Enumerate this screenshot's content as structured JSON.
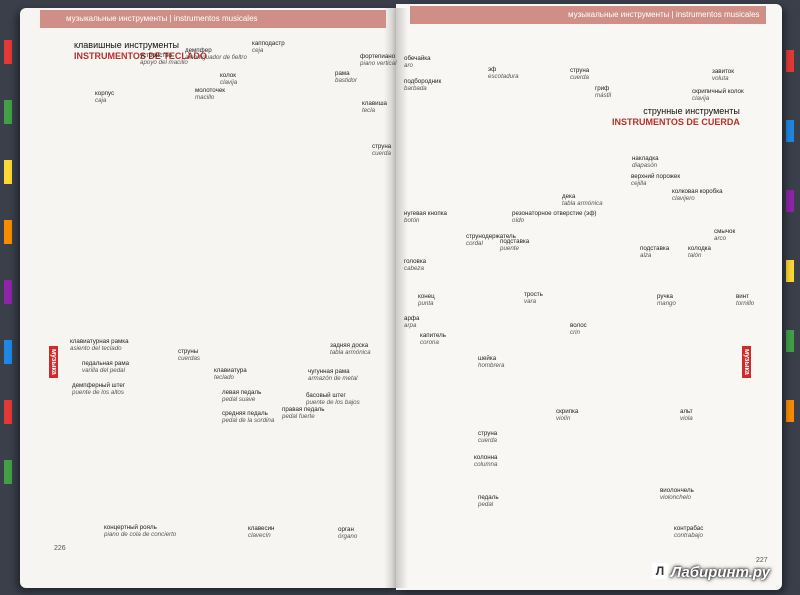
{
  "header": {
    "left": "музыкальные инструменты  |  instrumentos musicales",
    "right": "музыкальные инструменты  |  instrumentos musicales"
  },
  "left_page": {
    "title_ru": "клавишные инструменты",
    "title_es": "INSTRUMENTOS DE TECLADO",
    "side_tab": "музыка",
    "page_number": "226",
    "labels": [
      {
        "ru": "капподастр",
        "es": "ceja"
      },
      {
        "ru": "устройство",
        "es": "apoyo del macillo"
      },
      {
        "ru": "демпфер",
        "es": "amortiguador de fieltro"
      },
      {
        "ru": "корпус",
        "es": "caja"
      },
      {
        "ru": "колок",
        "es": "clavija"
      },
      {
        "ru": "рама",
        "es": "bastidor"
      },
      {
        "ru": "молоточек",
        "es": "macillo"
      },
      {
        "ru": "фортепиано",
        "es": "piano vertical"
      },
      {
        "ru": "клавиша",
        "es": "tecla"
      },
      {
        "ru": "струна",
        "es": "cuerda"
      },
      {
        "ru": "клавиатурная рамка",
        "es": "asiento del teclado"
      },
      {
        "ru": "педальная рама",
        "es": "varilla del pedal"
      },
      {
        "ru": "струны",
        "es": "cuerdas"
      },
      {
        "ru": "клавиатура",
        "es": "teclado"
      },
      {
        "ru": "демпферный штег",
        "es": "puente de los altos"
      },
      {
        "ru": "левая педаль",
        "es": "pedal suave"
      },
      {
        "ru": "средняя педаль",
        "es": "pedal de la sordina"
      },
      {
        "ru": "правая педаль",
        "es": "pedal fuerte"
      },
      {
        "ru": "задняя доска",
        "es": "tabla armónica"
      },
      {
        "ru": "чугунная рама",
        "es": "armazón de metal"
      },
      {
        "ru": "басовый штег",
        "es": "puente de los bajos"
      },
      {
        "ru": "концертный рояль",
        "es": "piano de cola de concierto"
      },
      {
        "ru": "клавесин",
        "es": "clavecín"
      },
      {
        "ru": "орган",
        "es": "órgano"
      }
    ]
  },
  "right_page": {
    "title_ru": "струнные инструменты",
    "title_es": "INSTRUMENTOS DE CUERDA",
    "side_tab": "музыка",
    "page_number": "227",
    "labels": [
      {
        "ru": "обечайка",
        "es": "aro"
      },
      {
        "ru": "подбородник",
        "es": "barbada"
      },
      {
        "ru": "эф",
        "es": "escotadura"
      },
      {
        "ru": "струна",
        "es": "cuerda"
      },
      {
        "ru": "завиток",
        "es": "voluta"
      },
      {
        "ru": "гриф",
        "es": "mástil"
      },
      {
        "ru": "скрипичный колок",
        "es": "clavija"
      },
      {
        "ru": "накладка",
        "es": "diapasón"
      },
      {
        "ru": "верхний порожек",
        "es": "cejilla"
      },
      {
        "ru": "колковая коробка",
        "es": "clavijero"
      },
      {
        "ru": "дека",
        "es": "tabla armónica"
      },
      {
        "ru": "нугевая кнопка",
        "es": "botón"
      },
      {
        "ru": "струнодержатель",
        "es": "cordal"
      },
      {
        "ru": "резонаторное отверстие (эф)",
        "es": "oído"
      },
      {
        "ru": "подставка",
        "es": "puente"
      },
      {
        "ru": "смычок",
        "es": "arco"
      },
      {
        "ru": "подставка",
        "es": "alza"
      },
      {
        "ru": "колодка",
        "es": "talón"
      },
      {
        "ru": "головка",
        "es": "cabeza"
      },
      {
        "ru": "конец",
        "es": "punta"
      },
      {
        "ru": "трость",
        "es": "vara"
      },
      {
        "ru": "ручка",
        "es": "mango"
      },
      {
        "ru": "винт",
        "es": "tornillo"
      },
      {
        "ru": "волос",
        "es": "crin"
      },
      {
        "ru": "арфа",
        "es": "arpa"
      },
      {
        "ru": "капитель",
        "es": "corona"
      },
      {
        "ru": "шейка",
        "es": "hombrera"
      },
      {
        "ru": "струна",
        "es": "cuerda"
      },
      {
        "ru": "колонна",
        "es": "columna"
      },
      {
        "ru": "педаль",
        "es": "pedal"
      },
      {
        "ru": "скрипка",
        "es": "violín"
      },
      {
        "ru": "альт",
        "es": "viola"
      },
      {
        "ru": "виолончель",
        "es": "violonchelo"
      },
      {
        "ru": "контрабас",
        "es": "contrabajo"
      }
    ]
  },
  "watermark": "Лабиринт.ру",
  "watermark_icon": "Л",
  "colors": {
    "accent_red": "#b8302a",
    "header_band": "#cf8f86",
    "wood": "#c8822f",
    "dark_wood": "#6b3a12"
  }
}
